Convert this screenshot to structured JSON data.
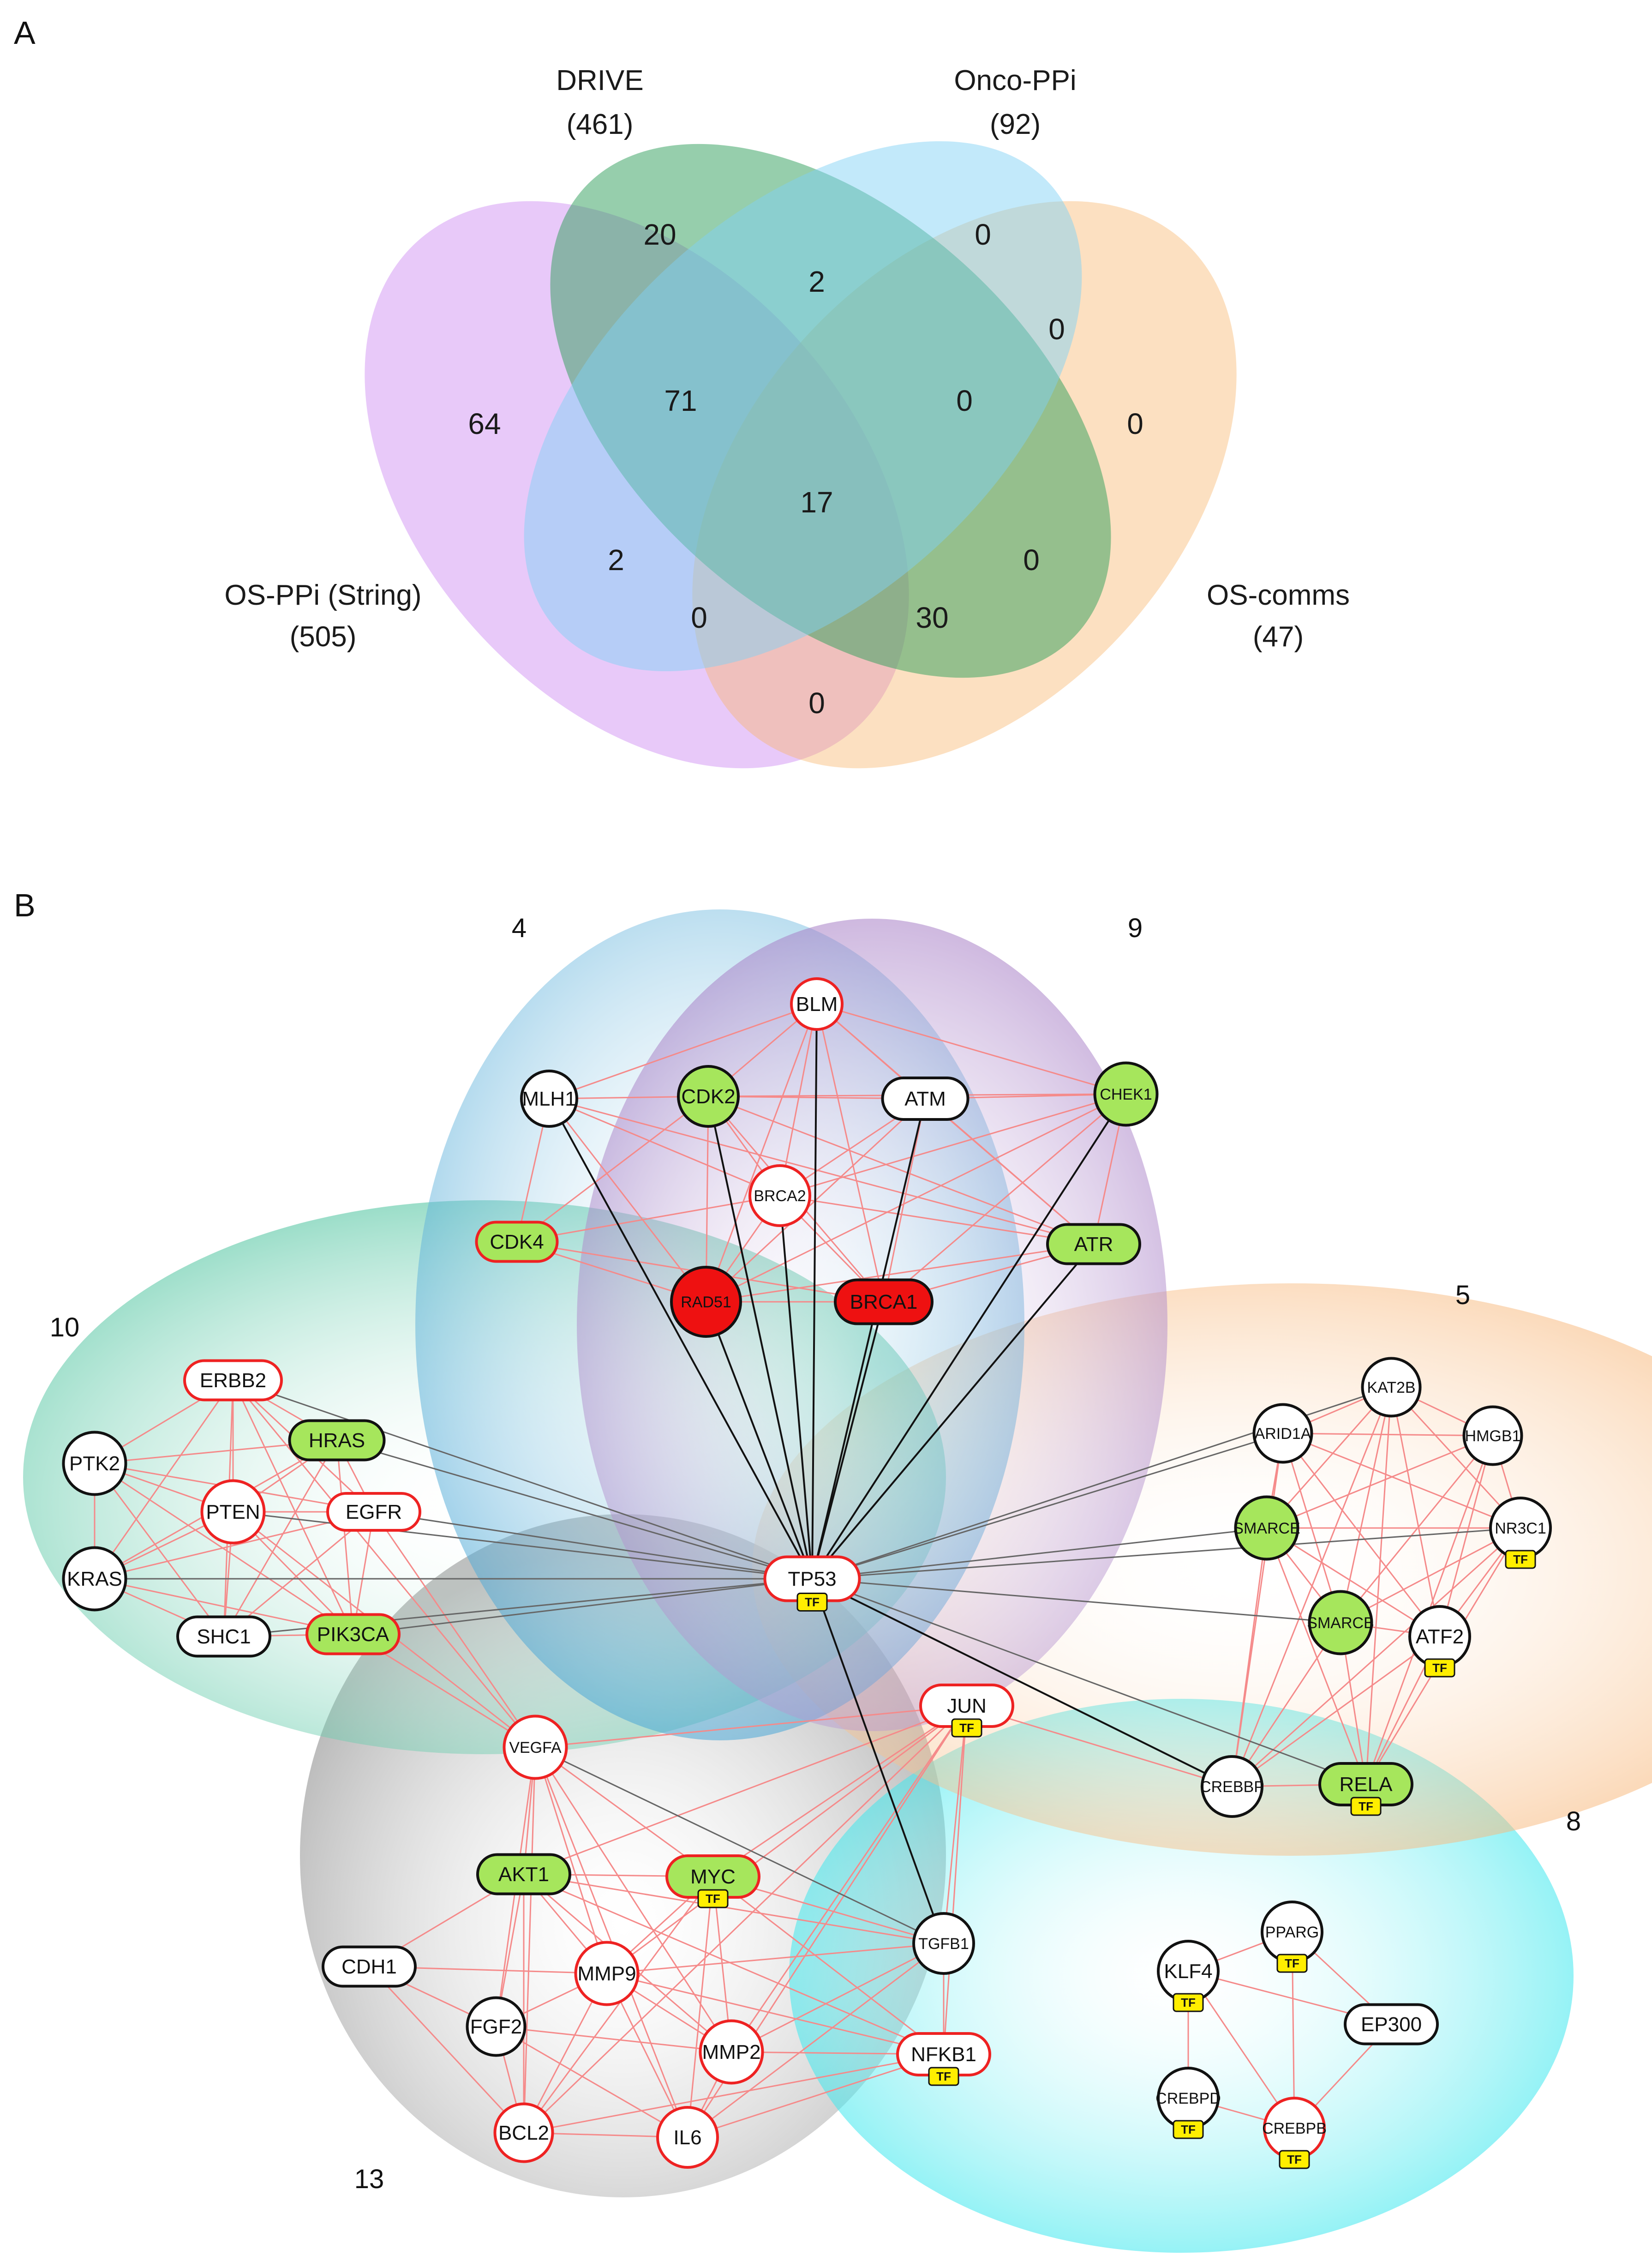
{
  "panels": {
    "a": "A",
    "b": "B"
  },
  "venn": {
    "sets": [
      {
        "name": "DRIVE",
        "count": "(461)",
        "color": "#2e9e5a"
      },
      {
        "name": "Onco-PPi",
        "count": "(92)",
        "color": "#7fd0f5"
      },
      {
        "name": "OS-PPi (String)",
        "count": "(505)",
        "color": "#c77ef0"
      },
      {
        "name": "OS-comms",
        "count": "(47)",
        "color": "#f8b56b"
      }
    ],
    "regions": [
      "20",
      "0",
      "2",
      "0",
      "64",
      "71",
      "0",
      "0",
      "17",
      "2",
      "0",
      "0",
      "30",
      "0"
    ]
  },
  "network": {
    "clusters": [
      {
        "id": "4",
        "color": "#4aa7d6"
      },
      {
        "id": "9",
        "color": "#a77fc6"
      },
      {
        "id": "10",
        "color": "#49c29c"
      },
      {
        "id": "5",
        "color": "#f7b678"
      },
      {
        "id": "13",
        "color": "#8c8c8c"
      },
      {
        "id": "8",
        "color": "#2ee6ec"
      }
    ],
    "nodes": [
      {
        "label": "BLM",
        "shape": "circle",
        "fill": "white",
        "border": "red",
        "tf": false
      },
      {
        "label": "MLH1",
        "shape": "circle",
        "fill": "white",
        "border": "black",
        "tf": false
      },
      {
        "label": "CDK2",
        "shape": "circle",
        "fill": "green",
        "border": "black",
        "tf": false
      },
      {
        "label": "ATM",
        "shape": "pill",
        "fill": "white",
        "border": "black",
        "tf": false
      },
      {
        "label": "CHEK1",
        "shape": "circle",
        "fill": "green",
        "border": "black",
        "tf": false
      },
      {
        "label": "BRCA2",
        "shape": "circle",
        "fill": "white",
        "border": "red",
        "tf": false
      },
      {
        "label": "CDK4",
        "shape": "pill",
        "fill": "green",
        "border": "red",
        "tf": false
      },
      {
        "label": "ATR",
        "shape": "pill",
        "fill": "green",
        "border": "black",
        "tf": false
      },
      {
        "label": "RAD51",
        "shape": "circle",
        "fill": "red",
        "border": "black",
        "tf": false
      },
      {
        "label": "BRCA1",
        "shape": "pill",
        "fill": "red",
        "border": "black",
        "tf": false
      },
      {
        "label": "ERBB2",
        "shape": "pill",
        "fill": "white",
        "border": "red",
        "tf": false
      },
      {
        "label": "HRAS",
        "shape": "pill",
        "fill": "green",
        "border": "black",
        "tf": false
      },
      {
        "label": "PTK2",
        "shape": "circle",
        "fill": "white",
        "border": "black",
        "tf": false
      },
      {
        "label": "PTEN",
        "shape": "circle",
        "fill": "white",
        "border": "red",
        "tf": false
      },
      {
        "label": "EGFR",
        "shape": "pill",
        "fill": "white",
        "border": "red",
        "tf": false
      },
      {
        "label": "KRAS",
        "shape": "circle",
        "fill": "white",
        "border": "black",
        "tf": false
      },
      {
        "label": "SHC1",
        "shape": "pill",
        "fill": "white",
        "border": "black",
        "tf": false
      },
      {
        "label": "PIK3CA",
        "shape": "pill",
        "fill": "green",
        "border": "red",
        "tf": false
      },
      {
        "label": "TP53",
        "shape": "pill",
        "fill": "white",
        "border": "red",
        "tf": true
      },
      {
        "label": "KAT2B",
        "shape": "circle",
        "fill": "white",
        "border": "black",
        "tf": false
      },
      {
        "label": "ARID1A",
        "shape": "circle",
        "fill": "white",
        "border": "black",
        "tf": false
      },
      {
        "label": "HMGB1",
        "shape": "circle",
        "fill": "white",
        "border": "black",
        "tf": false
      },
      {
        "label": "SMARCE",
        "shape": "circle",
        "fill": "green",
        "border": "black",
        "tf": false
      },
      {
        "label": "NR3C1",
        "shape": "circle",
        "fill": "white",
        "border": "black",
        "tf": true
      },
      {
        "label": "SMARCB",
        "shape": "circle",
        "fill": "green",
        "border": "black",
        "tf": false
      },
      {
        "label": "ATF2",
        "shape": "circle",
        "fill": "white",
        "border": "black",
        "tf": true
      },
      {
        "label": "JUN",
        "shape": "pill",
        "fill": "white",
        "border": "red",
        "tf": true
      },
      {
        "label": "VEGFA",
        "shape": "circle",
        "fill": "white",
        "border": "red",
        "tf": false
      },
      {
        "label": "CREBBP",
        "shape": "circle",
        "fill": "white",
        "border": "black",
        "tf": false
      },
      {
        "label": "RELA",
        "shape": "pill",
        "fill": "green",
        "border": "black",
        "tf": true
      },
      {
        "label": "AKT1",
        "shape": "pill",
        "fill": "green",
        "border": "black",
        "tf": false
      },
      {
        "label": "MYC",
        "shape": "pill",
        "fill": "green",
        "border": "red",
        "tf": true
      },
      {
        "label": "TGFB1",
        "shape": "circle",
        "fill": "white",
        "border": "black",
        "tf": false
      },
      {
        "label": "CDH1",
        "shape": "pill",
        "fill": "white",
        "border": "black",
        "tf": false
      },
      {
        "label": "MMP9",
        "shape": "circle",
        "fill": "white",
        "border": "red",
        "tf": false
      },
      {
        "label": "FGF2",
        "shape": "circle",
        "fill": "white",
        "border": "black",
        "tf": false
      },
      {
        "label": "MMP2",
        "shape": "circle",
        "fill": "white",
        "border": "red",
        "tf": false
      },
      {
        "label": "NFKB1",
        "shape": "pill",
        "fill": "white",
        "border": "red",
        "tf": true
      },
      {
        "label": "BCL2",
        "shape": "circle",
        "fill": "white",
        "border": "red",
        "tf": false
      },
      {
        "label": "IL6",
        "shape": "circle",
        "fill": "white",
        "border": "red",
        "tf": false
      },
      {
        "label": "PPARG",
        "shape": "circle",
        "fill": "white",
        "border": "black",
        "tf": true
      },
      {
        "label": "KLF4",
        "shape": "circle",
        "fill": "white",
        "border": "black",
        "tf": true
      },
      {
        "label": "EP300",
        "shape": "pill",
        "fill": "white",
        "border": "black",
        "tf": false
      },
      {
        "label": "CREBPD",
        "shape": "circle",
        "fill": "white",
        "border": "black",
        "tf": true
      },
      {
        "label": "CREBPB",
        "shape": "circle",
        "fill": "white",
        "border": "red",
        "tf": true
      }
    ],
    "tf_badge": "TF",
    "colors": {
      "green_fill": "#a6e65c",
      "red_fill": "#ee1111",
      "red_border": "#ee2222",
      "tf_fill": "#ffee00",
      "edge_red": "#f58a8a",
      "edge_dark": "#111111",
      "edge_gray": "#666666"
    }
  }
}
